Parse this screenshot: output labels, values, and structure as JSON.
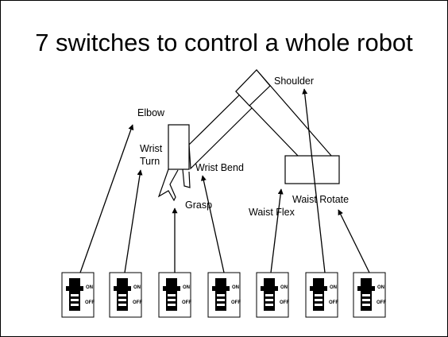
{
  "title": "7 switches to control a whole robot",
  "labels": {
    "shoulder": "Shoulder",
    "elbow": "Elbow",
    "wrist_turn_line1": "Wrist",
    "wrist_turn_line2": "Turn",
    "wrist_bend": "Wrist Bend",
    "grasp": "Grasp",
    "waist_flex": "Waist Flex",
    "waist_rotate": "Waist Rotate"
  },
  "switch_text": {
    "on": "ON",
    "off": "OFF"
  },
  "switch_count": 7,
  "colors": {
    "ink": "#000000",
    "background": "#ffffff"
  }
}
